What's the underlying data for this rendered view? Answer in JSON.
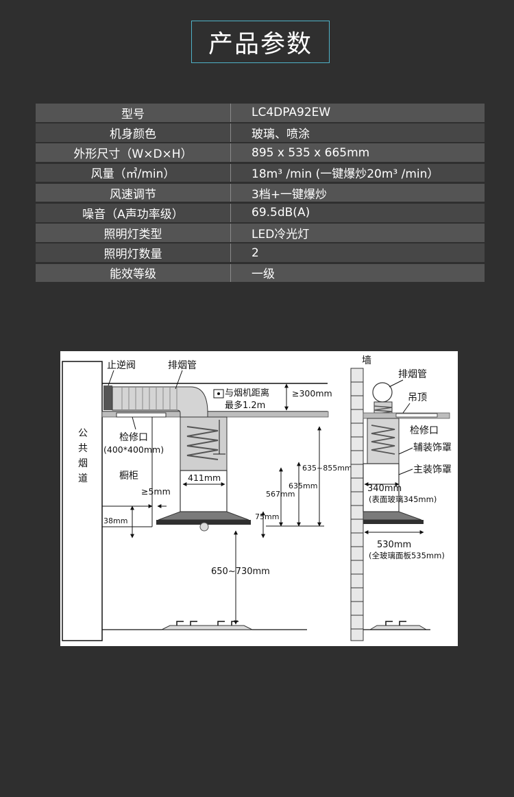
{
  "title": "产品参数",
  "specs": [
    {
      "label": "型号",
      "value": "LC4DPA92EW"
    },
    {
      "label": "机身颜色",
      "value": "玻璃、喷涂"
    },
    {
      "label": "外形尺寸（W×D×H）",
      "value": "895 x 535 x 665mm"
    },
    {
      "label": "风量（㎥/min）",
      "value": "18m³ /min (一键爆炒20m³ /min）"
    },
    {
      "label": "风速调节",
      "value": "3档+一键爆炒"
    },
    {
      "label": "噪音（A声功率级）",
      "value": "69.5dB(A)"
    },
    {
      "label": "照明灯类型",
      "value": "LED冷光灯"
    },
    {
      "label": "照明灯数量",
      "value": "2"
    },
    {
      "label": "能效等级",
      "value": "一级"
    }
  ],
  "diagram": {
    "public_flue": [
      "公",
      "共",
      "烟",
      "道"
    ],
    "check_valve": "止逆阀",
    "exhaust_pipe": "排烟管",
    "distance_note_1": "与烟机距离",
    "distance_note_2": "最多1.2m",
    "ge300": "≥300mm",
    "inspection_port": "检修口",
    "inspection_size": "(400*400mm)",
    "cabinet": "橱柜",
    "ge5": "≥5mm",
    "d38": "38mm",
    "w411": "411mm",
    "h635_855": "635~855mm",
    "h635": "635mm",
    "h567": "567mm",
    "h75": "75mm",
    "h650_730": "650~730mm",
    "wall": "墙",
    "exhaust_pipe_r": "排烟管",
    "ceiling": "吊顶",
    "inspection_port_r": "检修口",
    "aux_cover": "辅装饰罩",
    "main_cover": "主装饰罩",
    "d340": "340mm",
    "d340_note": "(表面玻璃345mm)",
    "d530": "530mm",
    "d530_note": "(全玻璃面板535mm)"
  }
}
